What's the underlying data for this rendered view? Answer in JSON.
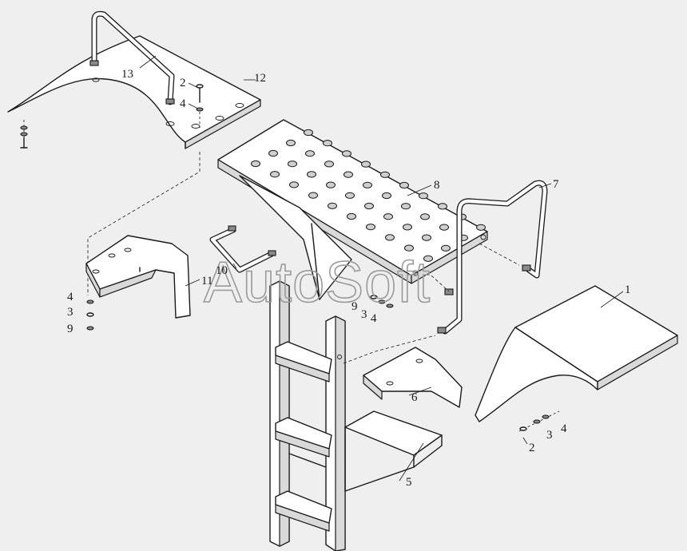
{
  "watermark": "AutoSoft",
  "callouts": [
    {
      "id": "c13",
      "text": "13"
    },
    {
      "id": "c12",
      "text": "12"
    },
    {
      "id": "c2a",
      "text": "2"
    },
    {
      "id": "c4a",
      "text": "4"
    },
    {
      "id": "c8",
      "text": "8"
    },
    {
      "id": "c7",
      "text": "7"
    },
    {
      "id": "c1",
      "text": "1"
    },
    {
      "id": "c10",
      "text": "10"
    },
    {
      "id": "c11",
      "text": "11"
    },
    {
      "id": "c4b",
      "text": "4"
    },
    {
      "id": "c3b",
      "text": "3"
    },
    {
      "id": "c9b",
      "text": "9"
    },
    {
      "id": "c9c",
      "text": "9"
    },
    {
      "id": "c3c",
      "text": "3"
    },
    {
      "id": "c4c",
      "text": "4"
    },
    {
      "id": "c6",
      "text": "6"
    },
    {
      "id": "c5",
      "text": "5"
    },
    {
      "id": "c2d",
      "text": "2"
    },
    {
      "id": "c3d",
      "text": "3"
    },
    {
      "id": "c4d",
      "text": "4"
    }
  ]
}
